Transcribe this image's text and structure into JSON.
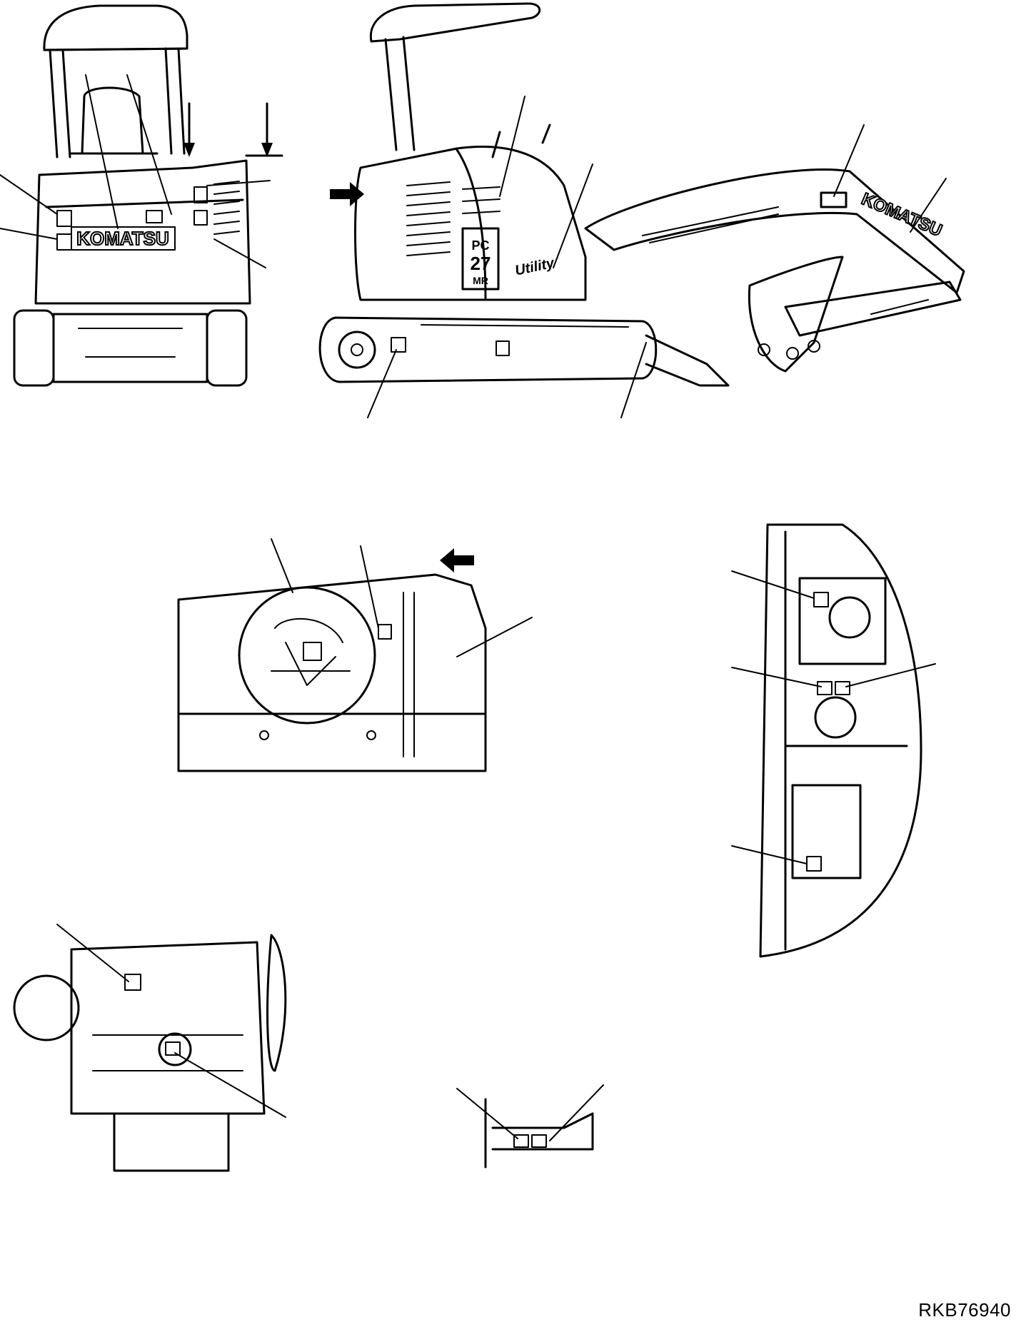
{
  "drawing_reference": "RKB76940",
  "rear_view": {
    "brand_plate": "KOMATSU"
  },
  "side_view": {
    "boom_brand_plate": "KOMATSU",
    "model_badge_line1": "PC",
    "model_badge_line2": "27",
    "model_badge_line3": "MR",
    "utility_badge": "Utility"
  }
}
